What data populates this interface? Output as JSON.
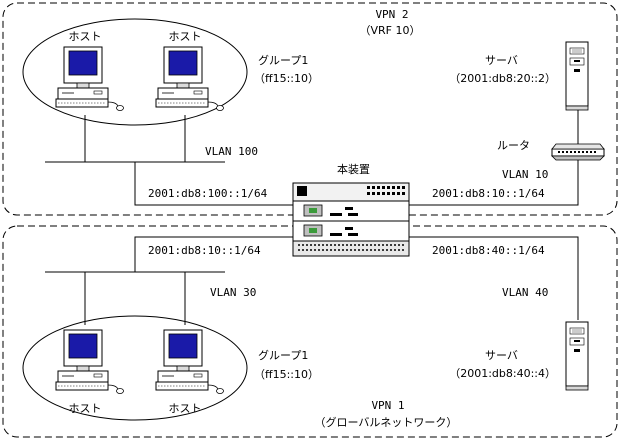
{
  "vpn2": {
    "title": "VPN 2",
    "sub": "（VRF 10）"
  },
  "vpn1": {
    "title": "VPN 1",
    "sub": "（グローバルネットワーク）"
  },
  "groupTop": {
    "name": "グループ1",
    "addr": "（ff15::10）"
  },
  "groupBottom": {
    "name": "グループ1",
    "addr": "（ff15::10）"
  },
  "hostLabel": "ホスト",
  "serverTop": {
    "name": "サーバ",
    "addr": "（2001:db8:20::2）"
  },
  "serverBottom": {
    "name": "サーバ",
    "addr": "（2001:db8:40::4）"
  },
  "router": {
    "name": "ルータ"
  },
  "switch": {
    "name": "本装置"
  },
  "vlans": {
    "v100": "VLAN 100",
    "v10": "VLAN 10",
    "v30": "VLAN 30",
    "v40": "VLAN 40"
  },
  "ifaces": {
    "topLeft": "2001:db8:100::1/64",
    "topRight": "2001:db8:10::1/64",
    "bottomLeft": "2001:db8:10::1/64",
    "bottomRight": "2001:db8:40::1/64"
  }
}
